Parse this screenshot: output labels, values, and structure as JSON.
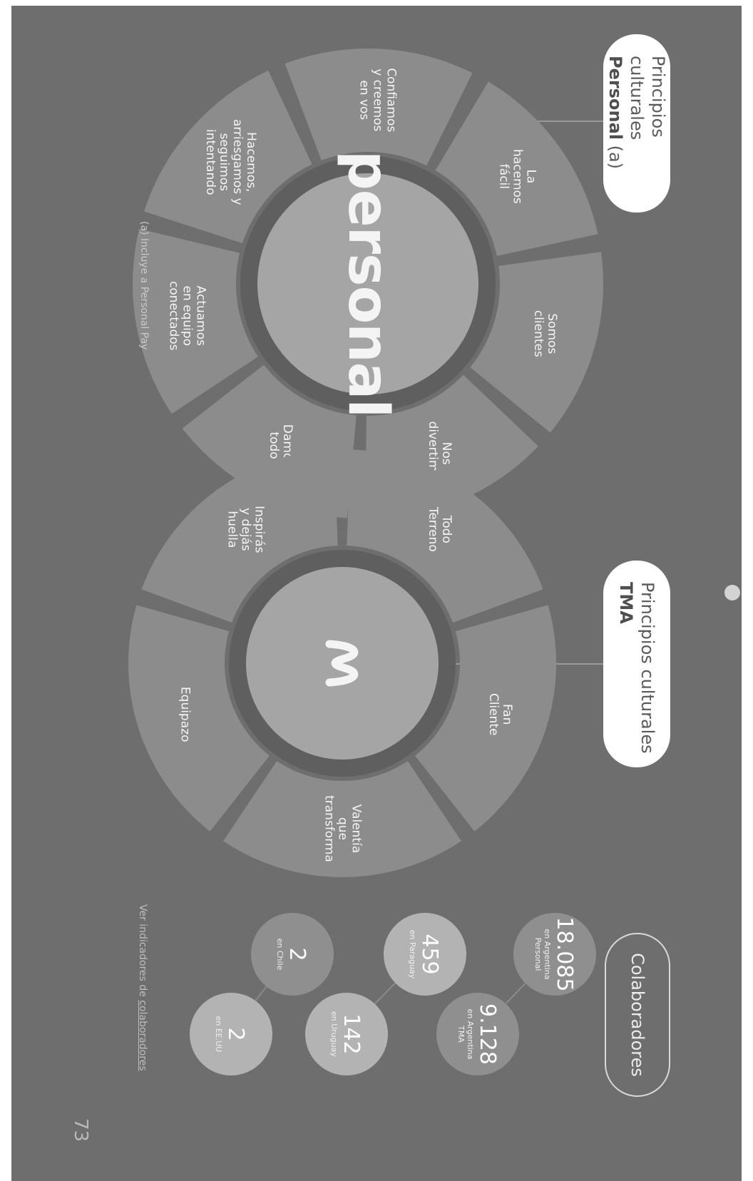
{
  "personal_section": {
    "title_line1": "Principios culturales",
    "title_brand": "Personal",
    "title_suffix": " (a)",
    "logo_word": "personal",
    "segments": [
      "Somos\nclientes",
      "Nos\ndivertimos",
      "Damos\ntodo",
      "Actuamos\nen equipo\nconectados",
      "Hacemos,\narriesgamos y\nseguimos\nintentando",
      "Confiamos\ny creemos\nen vos",
      "La\nhacemos\nfácil"
    ],
    "footnote": "(a) Incluye a Personal Pay"
  },
  "tma_section": {
    "title_line1": "Principios culturales",
    "title_brand": "TMA",
    "segments": [
      "Fan\nCliente",
      "Valentía\nque\ntransforma",
      "Equipazo",
      "Inspirás\ny dejás\nhuella",
      "Todo\nTerreno"
    ]
  },
  "colaboradores": {
    "heading": "Colaboradores",
    "stats": [
      {
        "value": "18.085",
        "label": "en Argentina\nPersonal"
      },
      {
        "value": "9.128",
        "label": "en Argentina\nTMA"
      },
      {
        "value": "459",
        "label": "en Paraguay"
      },
      {
        "value": "142",
        "label": "en Uruguay"
      },
      {
        "value": "2",
        "label": "en Chile"
      },
      {
        "value": "2",
        "label": "en EE.UU"
      }
    ],
    "link_prefix": "Ver indicadores de ",
    "link_text": "colaboradores"
  },
  "page_number": "73",
  "colors": {
    "page_background": "#6e6e6e",
    "segment_fill": "#8c8c8c",
    "core_fill": "#a5a5a5",
    "stat_dark": "#8f8f8f",
    "stat_light": "#b3b3b3"
  }
}
